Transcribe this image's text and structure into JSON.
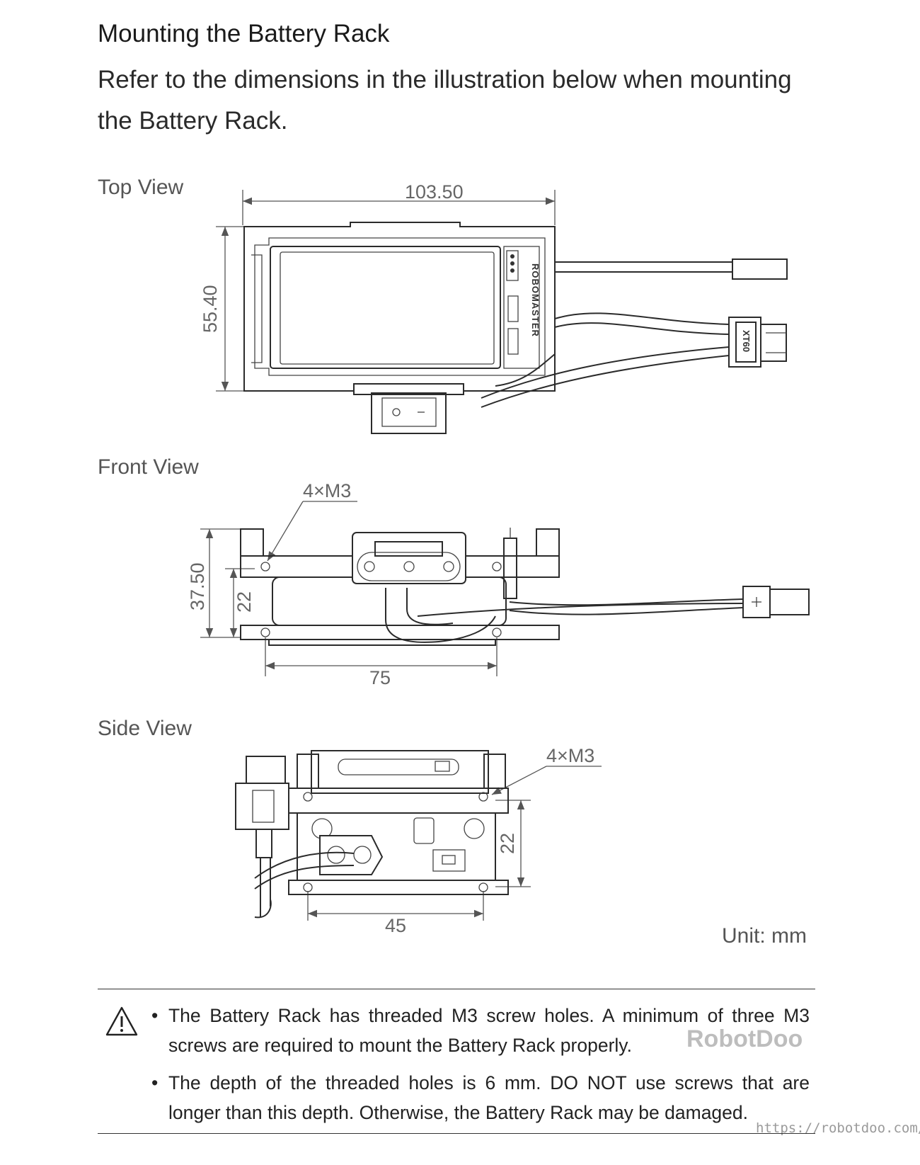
{
  "title": "Mounting the Battery Rack",
  "intro": "Refer to the dimensions in the illustration below when mounting the Battery Rack.",
  "views": {
    "top": {
      "label": "Top View",
      "width_dim": "103.50",
      "height_dim": "55.40",
      "brand_text": "ROBOMASTER",
      "connector_text": "XT60"
    },
    "front": {
      "label": "Front View",
      "screw_label": "4×M3",
      "height_dim": "37.50",
      "hole_height_dim": "22",
      "hole_width_dim": "75"
    },
    "side": {
      "label": "Side View",
      "screw_label": "4×M3",
      "hole_height_dim": "22",
      "hole_width_dim": "45"
    }
  },
  "unit": "Unit: mm",
  "warning_icon": "warning-triangle-icon",
  "notes": [
    "The Battery Rack has threaded M3 screw holes. A minimum of three M3 screws are required to mount the Battery Rack properly.",
    "The depth of the threaded holes is 6 mm. DO NOT use screws that are longer than this depth. Otherwise, the Battery Rack may be damaged."
  ],
  "watermark": "RobotDoo",
  "watermark_url": "https://robotdoo.com/"
}
